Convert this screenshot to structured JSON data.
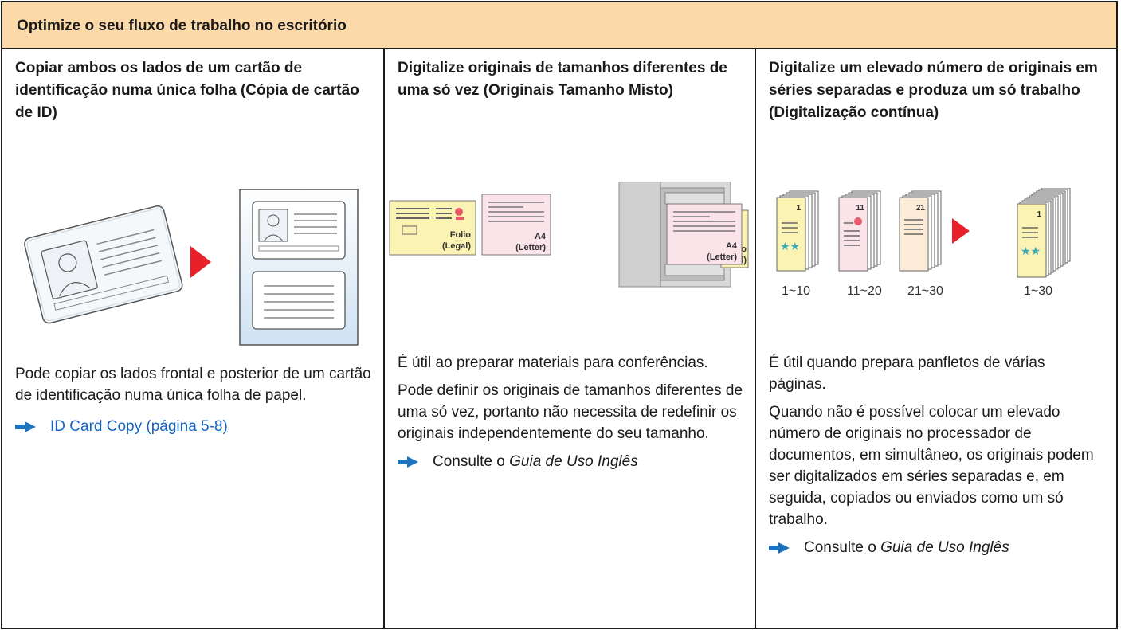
{
  "header": {
    "title": "Optimize o seu fluxo de trabalho no escritório"
  },
  "columns": [
    {
      "title": "Copiar ambos os lados de um cartão de identificação numa única folha (Cópia de cartão de ID)",
      "body": "Pode copiar os lados frontal e posterior de um cartão de identificação numa única folha de papel.",
      "link": "ID Card Copy (página 5-8)"
    },
    {
      "title": "Digitalize originais de tamanhos diferentes de uma só vez (Originais Tamanho Misto)",
      "body1": "É útil ao preparar materiais para conferências.",
      "body2": "Pode definir os originais de tamanhos diferentes de uma só vez, portanto não necessita de redefinir os originais independentemente do seu tamanho.",
      "ref_prefix": "Consulte o ",
      "ref_guide": "Guia de Uso Inglês",
      "illus": {
        "card1_size": "Folio",
        "card1_alt": "(Legal)",
        "card2_size": "A4",
        "card2_alt": "(Letter)",
        "fed_size": "A4",
        "fed_alt": "(Letter)",
        "behind_size": "o",
        "behind_alt": "l)"
      }
    },
    {
      "title": "Digitalize um elevado número de originais em séries separadas e produza um só trabalho (Digitalização contínua)",
      "body1": "É útil quando prepara panfletos de várias páginas.",
      "body2": "Quando não é possível colocar um elevado número de originais no processador de documentos, em simultâneo, os originais podem ser digitalizados em séries separadas e, em seguida, copiados ou enviados como um só trabalho.",
      "ref_prefix": "Consulte o ",
      "ref_guide": "Guia de Uso Inglês",
      "illus": {
        "stack1_page": "1",
        "stack2_page": "11",
        "stack3_page": "21",
        "result_page": "1",
        "stack1_label": "1~10",
        "stack2_label": "11~20",
        "stack3_label": "21~30",
        "result_label": "1~30"
      }
    }
  ],
  "colors": {
    "header_bg": "#fcd9a8",
    "accent_red": "#e8202a",
    "link": "#1565c0",
    "arrow_blue": "#1e73be"
  },
  "icons": [
    "id-card-icon",
    "play-arrow-icon",
    "page-icon",
    "document-feeder-icon",
    "page-stack-icon",
    "reference-arrow-icon"
  ]
}
